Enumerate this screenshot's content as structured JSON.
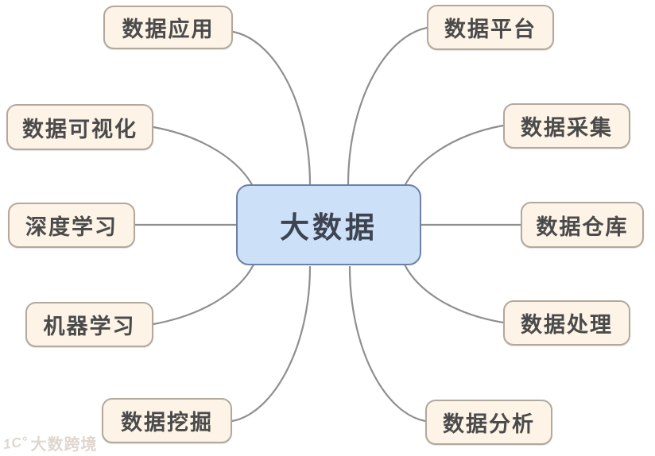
{
  "colors": {
    "center_fill": "#cce0f8",
    "center_border": "#6d81a8",
    "branch_fill": "#fdf3e7",
    "branch_border": "#b1a99e",
    "connector": "#8f8f8f",
    "branch_text": "#4a4a4a",
    "center_text": "#3d4350"
  },
  "mindmap": {
    "center": {
      "label": "大数据"
    },
    "left_branches": [
      {
        "label": "数据应用"
      },
      {
        "label": "数据可视化"
      },
      {
        "label": "深度学习"
      },
      {
        "label": "机器学习"
      },
      {
        "label": "数据挖掘"
      }
    ],
    "right_branches": [
      {
        "label": "数据平台"
      },
      {
        "label": "数据采集"
      },
      {
        "label": "数据仓库"
      },
      {
        "label": "数据处理"
      },
      {
        "label": "数据分析"
      }
    ]
  },
  "watermark": {
    "logo": "1C°",
    "text": "大数跨境"
  }
}
